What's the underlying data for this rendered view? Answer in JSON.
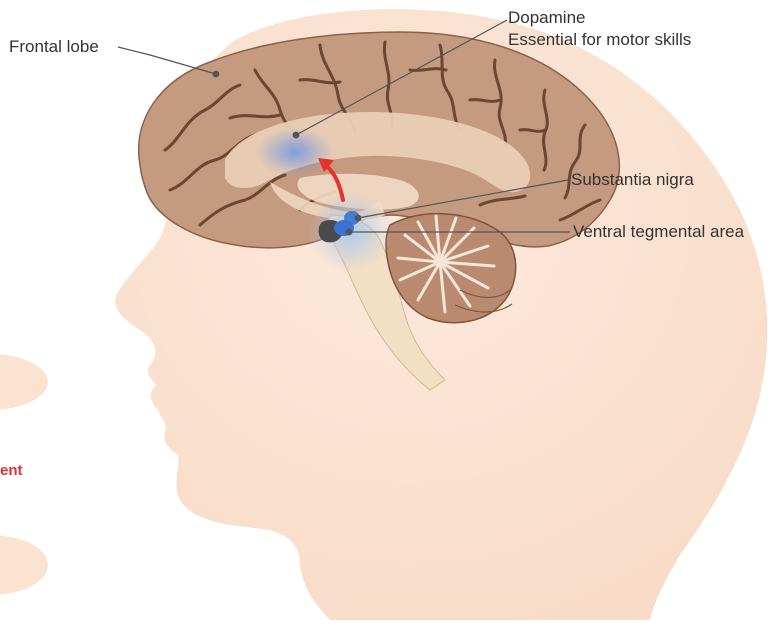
{
  "labels": {
    "frontal_lobe": "Frontal lobe",
    "dopamine": "Dopamine",
    "dopamine_note": "Essential for motor skills",
    "substantia_nigra": "Substantia nigra",
    "vta": "Ventral tegmental area",
    "cropped_left_text": "ent"
  },
  "colors": {
    "skin": "#fbe3d2",
    "skin_shadow": "#f4d2bc",
    "brain": "#c49a80",
    "brain_dark": "#6b4632",
    "brain_light": "#e9cdb4",
    "cerebellum": "#b98a70",
    "dopamine_glow": "#6f97e6",
    "nucleus": "#3a73d1",
    "arrow": "#e8312a",
    "leader": "#555555",
    "label_text": "#333333",
    "accent_text": "#d6352d"
  }
}
